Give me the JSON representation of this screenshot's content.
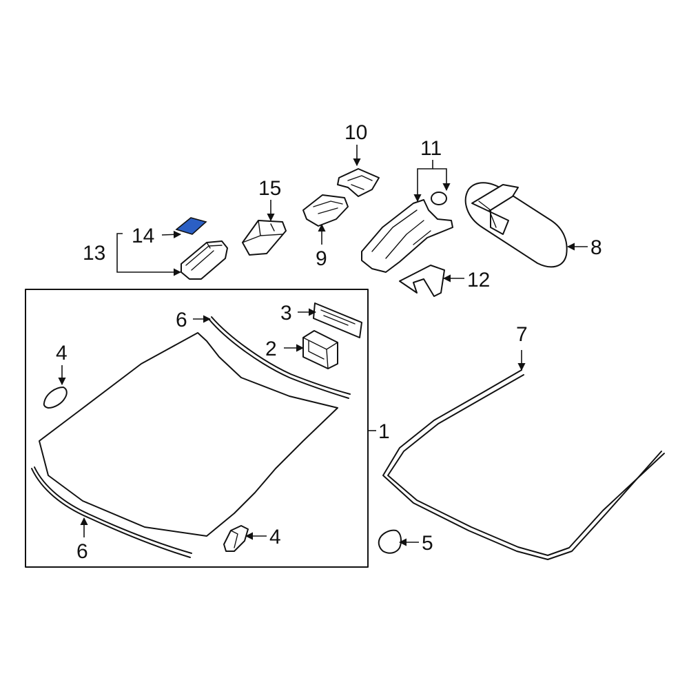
{
  "diagram": {
    "highlight_color": "#2b5fc4",
    "callouts": {
      "c1": "1",
      "c2": "2",
      "c3": "3",
      "c4a": "4",
      "c4b": "4",
      "c5": "5",
      "c6a": "6",
      "c6b": "6",
      "c7": "7",
      "c8": "8",
      "c9": "9",
      "c10": "10",
      "c11": "11",
      "c12": "12",
      "c13": "13",
      "c14": "14",
      "c15": "15"
    }
  }
}
